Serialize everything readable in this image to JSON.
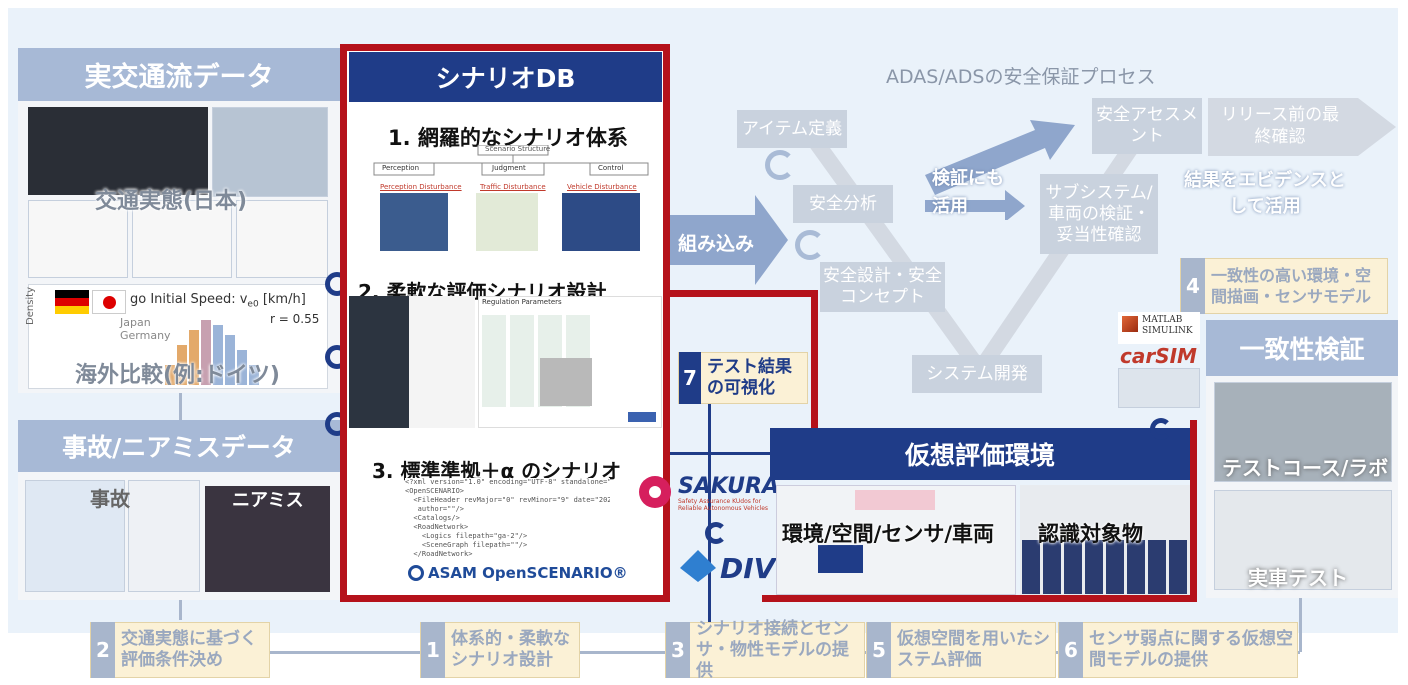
{
  "left": {
    "real_traffic_title": "実交通流データ",
    "traffic_japan": "交通実態(日本)",
    "chart_title": "go Initial Speed: v",
    "chart_sub": "e0",
    "chart_unit": "[km/h]",
    "legend_japan": "Japan",
    "legend_germany": "Germany",
    "r_value": "r = 0.55",
    "density_label": "Density",
    "overseas": "海外比較(例:ドイツ)",
    "accident_title": "事故/ニアミスデータ",
    "accident": "事故",
    "near_miss": "ニアミス"
  },
  "scenario_db": {
    "title": "シナリオDB",
    "item1": "1. 網羅的なシナリオ体系",
    "tree_root": "Scenario Structure",
    "tree_perception": "Perception",
    "tree_judgment": "Judgment",
    "tree_control": "Control",
    "dist_perception": "Perception Disturbance",
    "dist_traffic": "Traffic Disturbance",
    "dist_vehicle": "Vehicle Disturbance",
    "item2": "2. 柔軟な評価シナリオ設計",
    "reg_params": "Regulation Parameters",
    "item3": "3. 標準準拠＋α のシナリオ",
    "asam": "ASAM OpenSCENARIO®",
    "code_lines": "<?xml version=\"1.0\" encoding=\"UTF-8\" standalone=\"yes\"?>\n<OpenSCENARIO>\n  <FileHeader revMajor=\"0\" revMinor=\"9\" date=\"2020-03-27T00:00\"\n   author=\"\"/>\n  <Catalogs/>\n  <RoadNetwork>\n    <Logics filepath=\"ga-2\"/>\n    <SceneGraph filepath=\"\"/>\n  </RoadNetwork>\n  <Entities>\n    <Object name=\"Ego-Vehicle\">\n      <Vehicle name=\"Alfabusi_Brera_10_Blanchpiani\">"
  },
  "middle": {
    "embed": "組み込み",
    "test_viz_num": "7",
    "test_viz_label": "テスト結果の可視化",
    "sakura": "SAKURA",
    "sakura_sub": "Safety Assurance KUdos for Reliable Autonomous Vehicles",
    "divp": "DIVP",
    "divp_tm": "TM"
  },
  "process": {
    "title": "ADAS/ADSの安全保証プロセス",
    "item_def": "アイテム定義",
    "safety_analysis": "安全分析",
    "safety_design": "安全設計・安全コンセプト",
    "system_dev": "システム開発",
    "subsystem": "サブシステム/車両の検証・妥当性確認",
    "safety_assess": "安全アセスメント",
    "release": "リリース前の最終確認",
    "verify_use": "検証にも活用",
    "evidence": "結果をエビデンスとして活用"
  },
  "virtual": {
    "title": "仮想評価環境",
    "env": "環境/空間/センサ/車両",
    "objects": "認識対象物"
  },
  "right": {
    "num4": "4",
    "label4": "一致性の高い環境・空間描画・センサモデル",
    "matlab": "MATLAB",
    "simulink": "SIMULINK",
    "carsim": "carSIM",
    "consistency_title": "一致性検証",
    "test_course": "テストコース/ラボ",
    "real_test": "実車テスト"
  },
  "bottom": [
    {
      "num": "2",
      "label": "交通実態に基づく評価条件決め"
    },
    {
      "num": "1",
      "label": "体系的・柔軟なシナリオ設計"
    },
    {
      "num": "3",
      "label": "シナリオ接続とセンサ・物性モデルの提供"
    },
    {
      "num": "5",
      "label": "仮想空間を用いたシステム評価"
    },
    {
      "num": "6",
      "label": "センサ弱点に関する仮想空間モデルの提供"
    }
  ]
}
